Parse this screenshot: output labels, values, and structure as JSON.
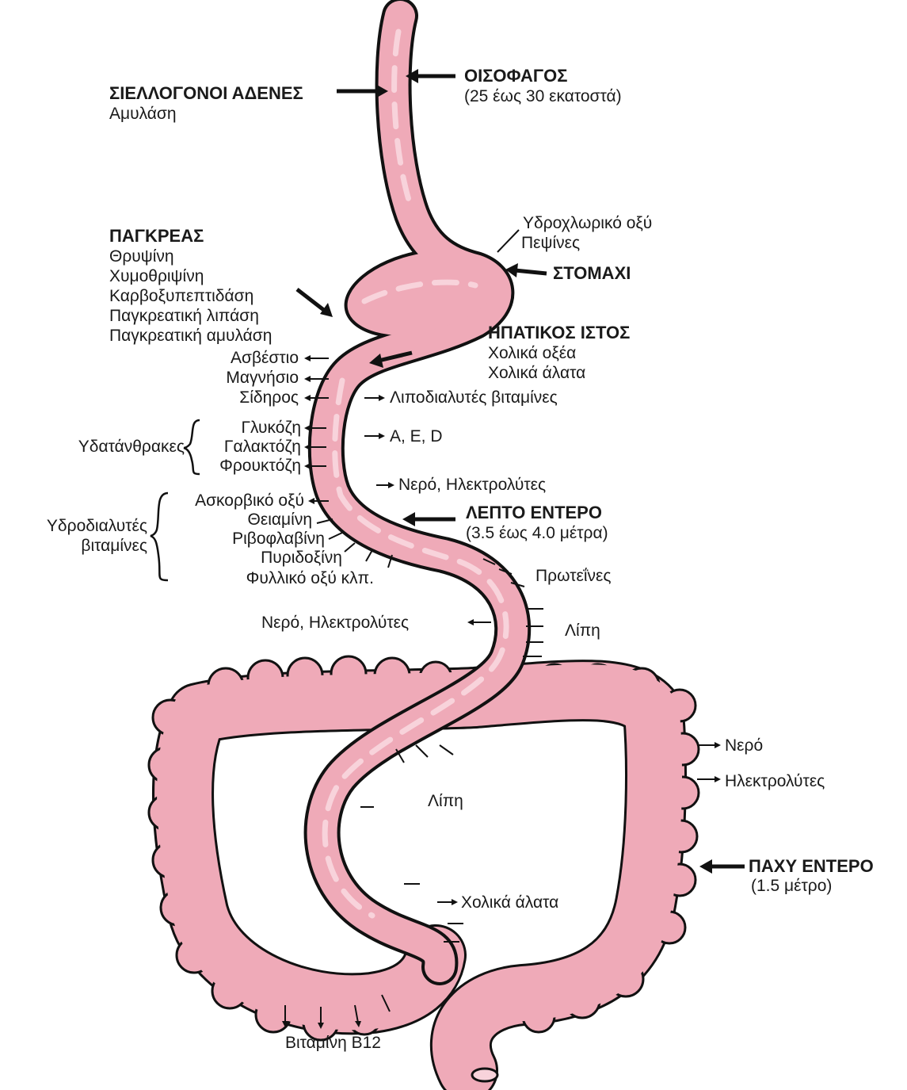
{
  "colors": {
    "tissue": "#efaab8",
    "tissue_light": "#f8d3db",
    "outline": "#111111",
    "text": "#1a1a1a"
  },
  "labels": {
    "salivary_title": "ΣΙΕΛΛΟΓΟΝΟΙ ΑΔΕΝΕΣ",
    "salivary_amylase": "Αμυλάση",
    "esophagus_title": "ΟΙΣΟΦΑΓΟΣ",
    "esophagus_length": "(25 έως 30 εκατοστά)",
    "hcl": "Υδροχλωρικό οξύ",
    "pepsins": "Πεψίνες",
    "stomach_title": "ΣΤΟΜΑΧΙ",
    "pancreas_title": "ΠΑΓΚΡΕΑΣ",
    "pancreas_enzymes": [
      "Θρυψίνη",
      "Χυμοθριψίνη",
      "Καρβοξυπεπτιδάση",
      "Παγκρεατική λιπάση",
      "Παγκρεατική αμυλάση"
    ],
    "liver_title": "ΗΠΑΤΙΚΟΣ ΙΣΤΟΣ",
    "bile_acids": "Χολικά οξέα",
    "bile_salts_upper": "Χολικά άλατα",
    "minerals": [
      "Ασβέστιο",
      "Μαγνήσιο",
      "Σίδηρος"
    ],
    "fat_soluble_vitamins": "Λιποδιαλυτές βιταμίνες",
    "carbohydrates_group": "Υδατάνθρακες",
    "sugars": [
      "Γλυκόζη",
      "Γαλακτόζη",
      "Φρουκτόζη"
    ],
    "vitamins_aed": "A, E, D",
    "water_electrolytes_1": "Νερό, Ηλεκτρολύτες",
    "water_soluble_group_line1": "Υδροδιαλυτές",
    "water_soluble_group_line2": "βιταμίνες",
    "water_soluble_vitamins": [
      "Ασκορβικό οξύ",
      "Θειαμίνη",
      "Ριβοφλαβίνη",
      "Πυριδοξίνη",
      "Φυλλικό οξύ κλπ."
    ],
    "small_intestine_title": "ΛΕΠΤΟ ΕΝΤΕΡΟ",
    "small_intestine_length": "(3.5 έως 4.0 μέτρα)",
    "proteins": "Πρωτεΐνες",
    "water_electrolytes_2": "Νερό, Ηλεκτρολύτες",
    "fats_1": "Λίπη",
    "water": "Νερό",
    "electrolytes": "Ηλεκτρολύτες",
    "fats_2": "Λίπη",
    "large_intestine_title": "ΠΑΧΥ ΕΝΤΕΡΟ",
    "large_intestine_length": "(1.5 μέτρο)",
    "bile_salts_lower": "Χολικά άλατα",
    "vitamin_b12": "Βιταμίνη Β12"
  }
}
